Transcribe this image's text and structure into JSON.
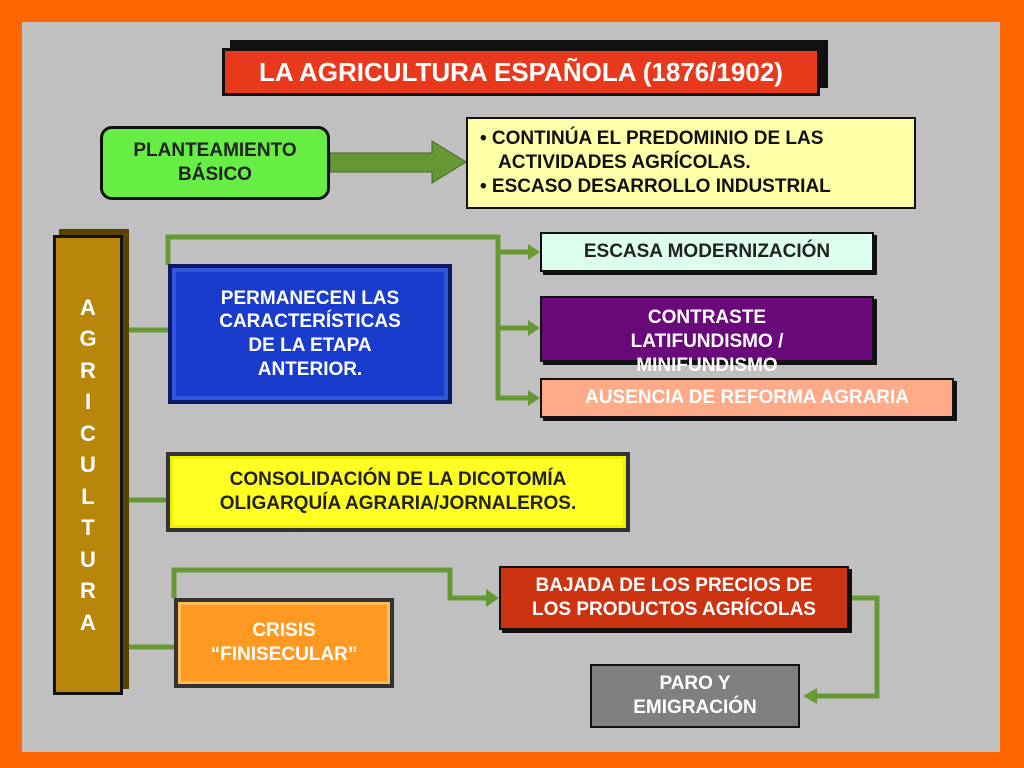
{
  "title": "LA AGRICULTURA ESPAÑOLA (1876/1902)",
  "planteamiento": {
    "label_line1": "PLANTEAMIENTO",
    "label_line2": "BÁSICO"
  },
  "predominio": {
    "bullet1_line1": "• CONTINÚA EL PREDOMINIO DE LAS",
    "bullet1_line2": "ACTIVIDADES AGRÍCOLAS.",
    "bullet2": "• ESCASO DESARROLLO INDUSTRIAL"
  },
  "agricultura_letters": [
    "A",
    "G",
    "R",
    "I",
    "C",
    "U",
    "L",
    "T",
    "U",
    "R",
    "A"
  ],
  "permanecen": {
    "line1": "PERMANECEN LAS",
    "line2": "CARACTERÍSTICAS",
    "line3": "DE LA ETAPA",
    "line4": "ANTERIOR."
  },
  "escasa": "ESCASA MODERNIZACIÓN",
  "contraste": {
    "line1": "CONTRASTE",
    "line2": "LATIFUNDISMO /",
    "line3": "MINIFUNDISMO"
  },
  "ausencia": "AUSENCIA DE REFORMA AGRARIA",
  "consolidacion": {
    "line1": "CONSOLIDACIÓN DE LA DICOTOMÍA",
    "line2": "OLIGARQUÍA AGRARIA/JORNALEROS."
  },
  "crisis": {
    "line1": "CRISIS",
    "line2": "“FINISECULAR”"
  },
  "bajada": {
    "line1": "BAJADA  DE  LOS  PRECIOS  DE",
    "line2": "LOS PRODUCTOS AGRÍCOLAS"
  },
  "paro": {
    "line1": "PARO Y",
    "line2": "EMIGRACIÓN"
  },
  "colors": {
    "frame": "#ff6600",
    "background": "#c0c0c0",
    "title_box": "#e8391d",
    "planteamiento_box": "#66ee44",
    "predominio_box": "#ffffa8",
    "agricultura_bar": "#b8860b",
    "permanecen_box": "#1a3ccc",
    "escasa_box": "#ddffee",
    "contraste_box": "#6a0a7a",
    "ausencia_box": "#ffaa88",
    "consolidacion_box": "#ffff22",
    "crisis_box": "#ff9922",
    "bajada_box": "#cc3311",
    "paro_box": "#808080",
    "connector": "#669933"
  }
}
